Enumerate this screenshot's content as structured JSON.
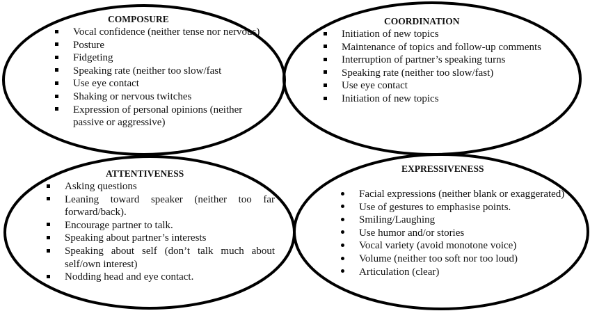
{
  "diagram": {
    "stroke_color": "#000000",
    "background": "#ffffff",
    "panels": [
      {
        "id": "composure",
        "title": "COMPOSURE",
        "bullet_style": "square",
        "items": [
          "Vocal confidence (neither tense nor nervous)",
          "Posture",
          "Fidgeting",
          "Speaking rate (neither too slow/fast",
          "Use eye contact",
          "Shaking or nervous twitches",
          "Expression of personal opinions (neither passive or aggressive)"
        ]
      },
      {
        "id": "coordination",
        "title": "COORDINATION",
        "bullet_style": "square",
        "items": [
          "Initiation of new topics",
          "Maintenance of topics and follow-up comments",
          "Interruption of partner’s speaking turns",
          "Speaking rate (neither too slow/fast)",
          "Use eye contact",
          "Initiation of new topics"
        ]
      },
      {
        "id": "attentiveness",
        "title": "ATTENTIVENESS",
        "bullet_style": "square",
        "items": [
          "Asking questions",
          "Leaning toward speaker (neither too far forward/back).",
          "Encourage partner to talk.",
          "Speaking about partner’s interests",
          "Speaking about self (don’t talk much about self/own interest)",
          "Nodding head and eye contact."
        ]
      },
      {
        "id": "expressiveness",
        "title": "EXPRESSIVENESS",
        "bullet_style": "round",
        "items": [
          "Facial expressions (neither blank or exaggerated)",
          "Use of gestures to emphasise points.",
          "Smiling/Laughing",
          "Use humor and/or stories",
          "Vocal variety (avoid monotone voice)",
          "Volume (neither too soft nor too loud)",
          "Articulation (clear)"
        ]
      }
    ]
  }
}
